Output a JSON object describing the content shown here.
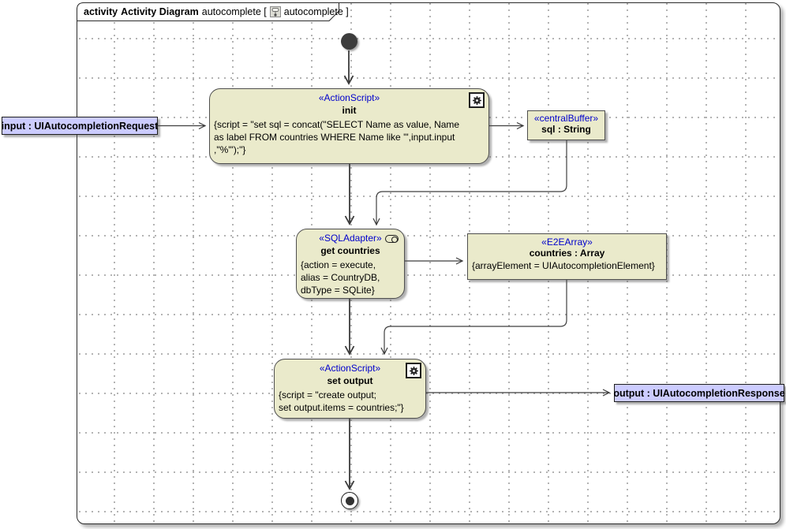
{
  "frame_header": {
    "keyword": "activity",
    "title": "Activity Diagram",
    "context": "autocomplete [",
    "ref": "autocomplete ]"
  },
  "colors": {
    "stereotype_blue": "#0000cc",
    "node_fill": "#eaeacb",
    "object_fill": "#ccccff",
    "connector": "#3f3f3f"
  },
  "nodes": {
    "init_action": {
      "stereotype": "«ActionScript»",
      "title": "init",
      "line1": "{script = \"set sql = concat(\"SELECT Name as value, Name",
      "line2": "as label FROM countries WHERE Name like '\",input.input",
      "line3": ",\"%'\");\"}"
    },
    "central_buffer": {
      "stereotype": "«centralBuffer»",
      "title": "sql : String"
    },
    "input_object": {
      "label": "input : UIAutocompletionRequest"
    },
    "sql_adapter": {
      "stereotype": "«SQLAdapter»",
      "title": "get countries",
      "line1": "{action = execute,",
      "line2": "alias = CountryDB,",
      "line3": "dbType = SQLite}"
    },
    "e2e_array": {
      "stereotype": "«E2EArray»",
      "title": "countries : Array",
      "line1": "{arrayElement = UIAutocompletionElement}"
    },
    "set_output_action": {
      "stereotype": "«ActionScript»",
      "title": "set output",
      "line1": "{script = \"create output;",
      "line2": "set output.items = countries;\"}"
    },
    "output_object": {
      "label": "output : UIAutocompletionResponse"
    }
  }
}
